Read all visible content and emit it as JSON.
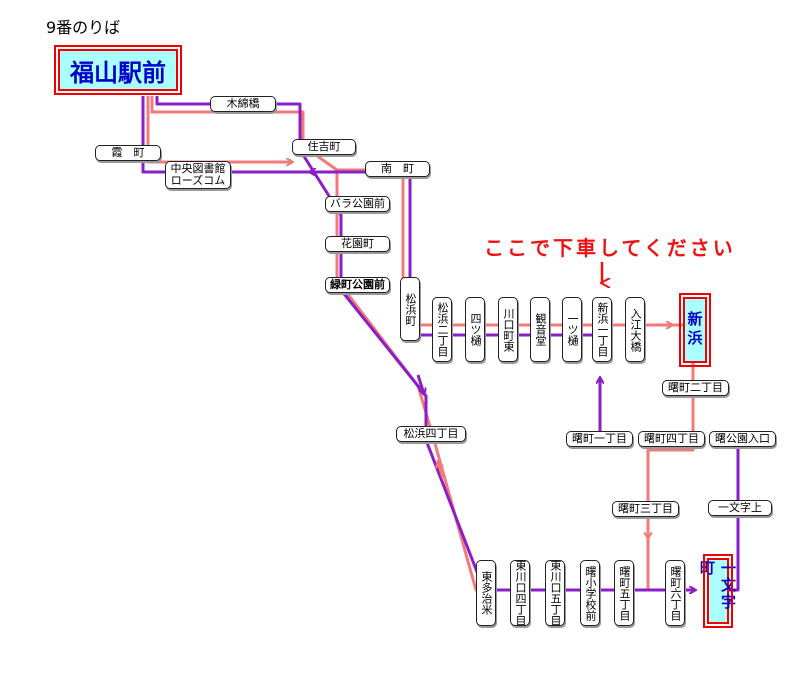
{
  "header": "9番のりば",
  "note": "ここで下車してください",
  "terminals": {
    "fukuyama": "福山駅前",
    "shinhama": "新浜",
    "ichimonji": "一文字町"
  },
  "stations": {
    "kiwataribashi": "木綿橋",
    "kasumi": "霞　町",
    "sumiyoshi": "住吉町",
    "chuo_library": "中央図書館\nローズコム",
    "minami": "南　町",
    "bara_park": "バラ公園前",
    "hanazono": "花園町",
    "midori_park": "緑町公園前",
    "matsuhama_cho": "松浜町",
    "matsuhama_2": "松浜二丁目",
    "yotsudoi": "四ツ樋",
    "kawaguchi_higashi": "川口町東",
    "kannondo": "観音堂",
    "hitotsudoi": "一ツ樋",
    "shinhama_1": "新浜一丁目",
    "irie_ohashi": "入江大橋",
    "akebono_2": "曙町二丁目",
    "akebono_1": "曙町一丁目",
    "akebono_4": "曙町四丁目",
    "akebono_park": "曙公園入口",
    "matsuhama_4": "松浜四丁目",
    "akebono_3": "曙町三丁目",
    "ichimonji_kami": "一文字上",
    "higashi_tajime": "東多治米",
    "higashi_kawaguchi_4": "東川口四丁目",
    "higashi_kawaguchi_5": "東川口五丁目",
    "akebono_school": "曙小学校前",
    "akebono_5": "曙町五丁目",
    "akebono_6": "曙町六丁目"
  },
  "colors": {
    "route_salmon": "#f47a7a",
    "route_purple": "#8a1ec8",
    "terminal_fill": "#aaffff",
    "terminal_text": "#0000cc",
    "terminal_border": "#ee0000",
    "note_text": "#ee1111"
  }
}
